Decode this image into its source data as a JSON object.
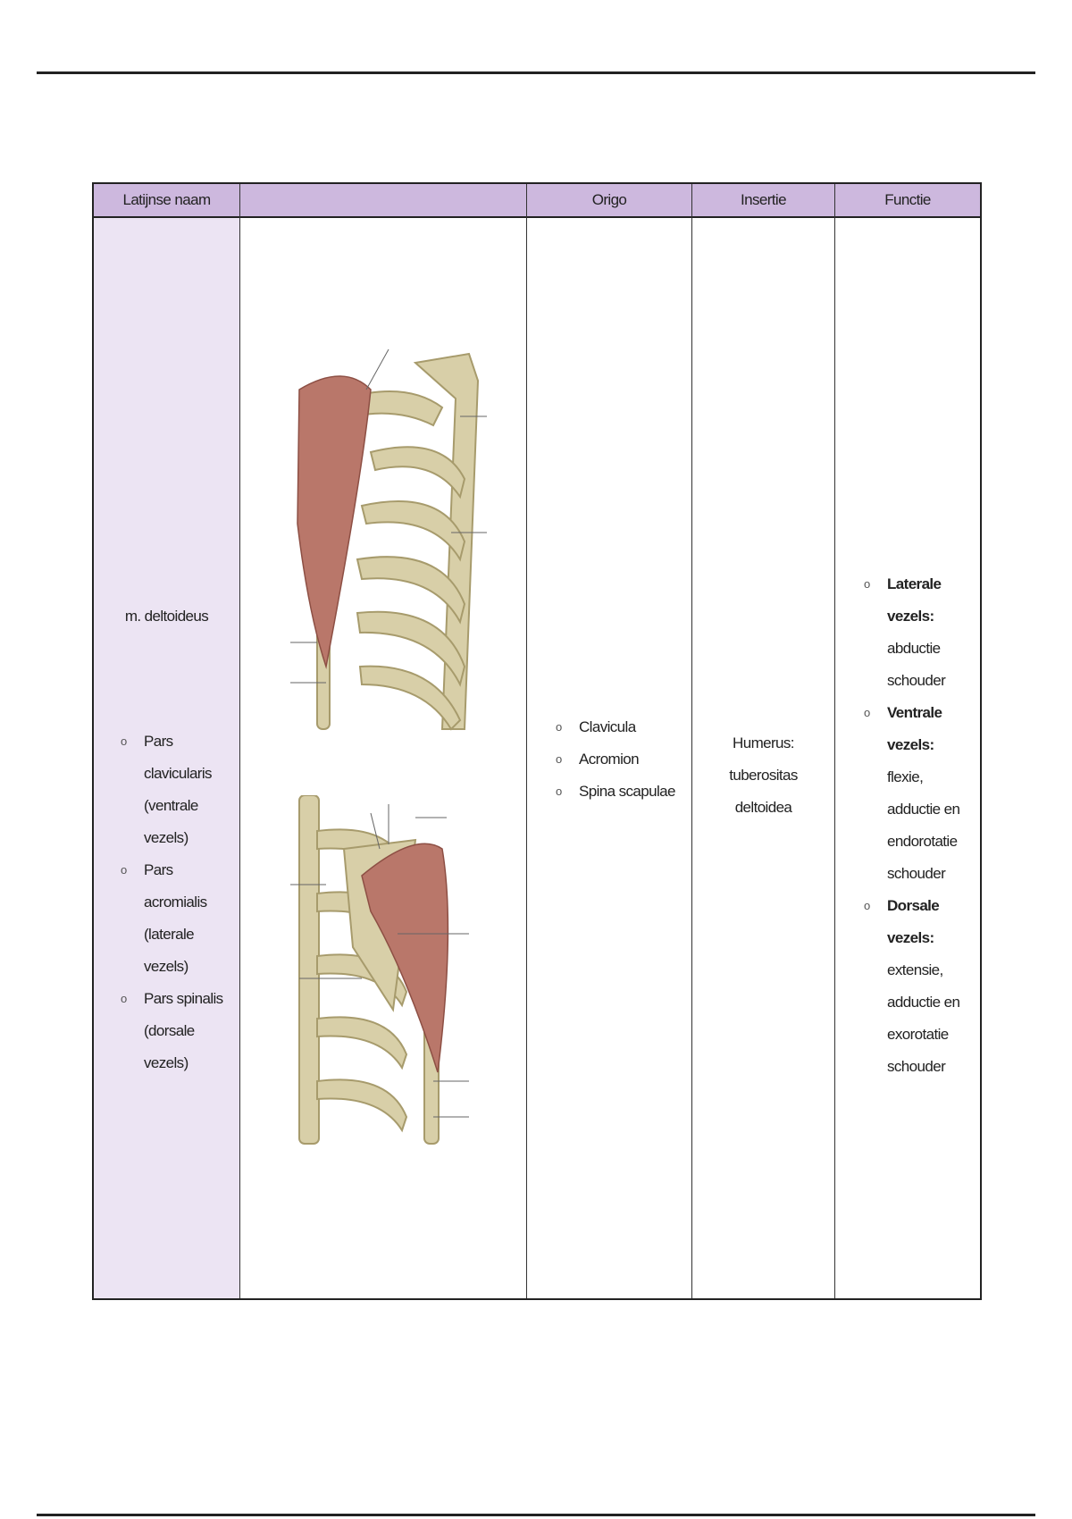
{
  "table": {
    "headers": [
      "Latijnse naam",
      "",
      "Origo",
      "Insertie",
      "Functie"
    ],
    "latin": {
      "name": "m. deltoideus",
      "parts": [
        {
          "line1": "Pars clavicularis",
          "line2": "(ventrale vezels)"
        },
        {
          "line1": "Pars acromialis",
          "line2": "(laterale vezels)"
        },
        {
          "line1": "Pars spinalis",
          "line2": "(dorsale vezels)"
        }
      ]
    },
    "images": [
      "anterior-shoulder-illustration",
      "posterior-shoulder-illustration"
    ],
    "origo": [
      "Clavicula",
      "Acromion",
      "Spina scapulae"
    ],
    "insertie": "Humerus: tuberositas deltoidea",
    "functie": [
      {
        "title": "Laterale vezels:",
        "text": "abductie schouder"
      },
      {
        "title": "Ventrale vezels:",
        "text": "flexie, adductie en endorotatie schouder"
      },
      {
        "title": "Dorsale vezels:",
        "text": "extensie, adductie en exorotatie schouder"
      }
    ]
  },
  "colors": {
    "header_bg": "#cdb8de",
    "latin_bg": "#ece4f3",
    "muscle": "#b9776a",
    "bone": "#d8cfa8"
  }
}
